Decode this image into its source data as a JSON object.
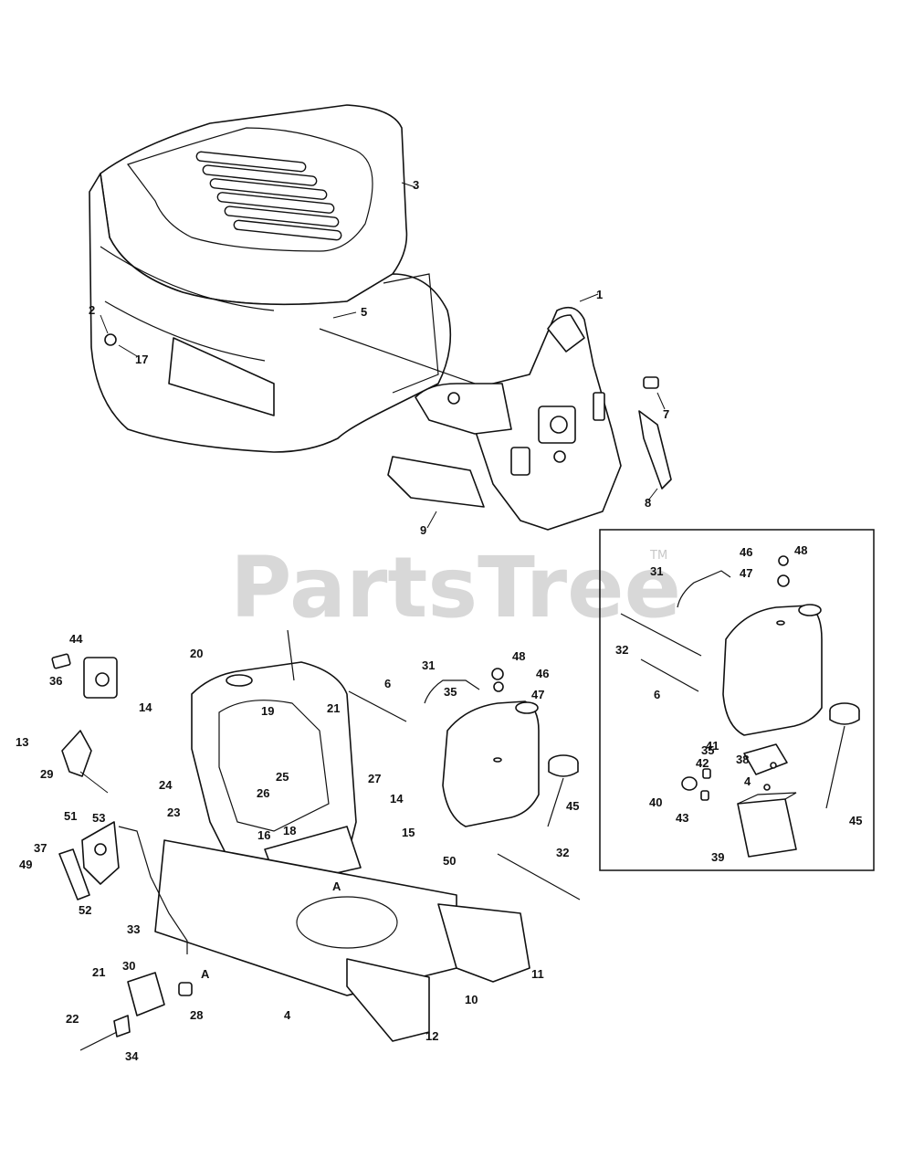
{
  "watermark": {
    "text": "PartsTree",
    "trademark": "TM"
  },
  "inset_box_present": true,
  "callouts": {
    "c1": "1",
    "c2": "2",
    "c3": "3",
    "c5": "5",
    "c7": "7",
    "c8": "8",
    "c9": "9",
    "c17": "17",
    "c44": "44",
    "c36": "36",
    "c13": "13",
    "c29": "29",
    "c20": "20",
    "c14a": "14",
    "c19": "19",
    "c21a": "21",
    "c24": "24",
    "c25": "25",
    "c26": "26",
    "c27": "27",
    "c14b": "14",
    "c23": "23",
    "c16": "16",
    "c18": "18",
    "c15": "15",
    "c50": "50",
    "cA1": "A",
    "c6": "6",
    "c31": "31",
    "c48": "48",
    "c46": "46",
    "c47": "47",
    "c35": "35",
    "c45": "45",
    "c32": "32",
    "c51": "51",
    "c53": "53",
    "c37": "37",
    "c49": "49",
    "c52": "52",
    "c33": "33",
    "c11": "11",
    "c10": "10",
    "c4": "4",
    "c12": "12",
    "c21b": "21",
    "c30": "30",
    "cA2": "A",
    "c28": "28",
    "c22": "22",
    "c34": "34",
    "i31": "31",
    "i46": "46",
    "i48": "48",
    "i47": "47",
    "i32": "32",
    "i6": "6",
    "i35": "35",
    "i38": "38",
    "i41": "41",
    "i42": "42",
    "i4": "4",
    "i40": "40",
    "i43": "43",
    "i39": "39",
    "i45": "45"
  }
}
